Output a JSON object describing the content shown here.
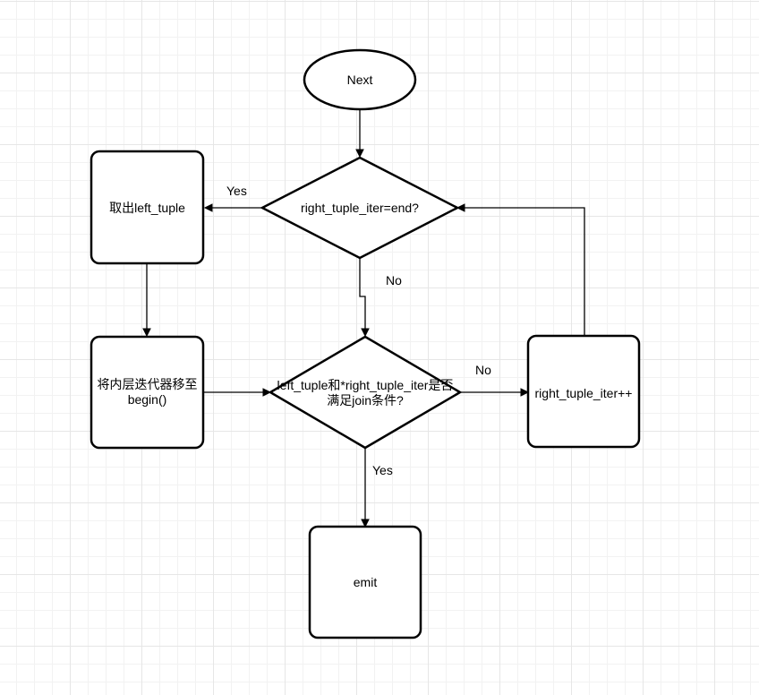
{
  "nodes": {
    "start": "Next",
    "check_end": "right_tuple_iter=end?",
    "take_left": "取出left_tuple",
    "reset_inner": "将内层迭代器移至begin()",
    "check_join": "left_tuple和*right_tuple_iter是否满足join条件?",
    "advance_right": "right_tuple_iter++",
    "emit": "emit"
  },
  "edge_labels": {
    "end_yes": "Yes",
    "end_no": "No",
    "join_no": "No",
    "join_yes": "Yes"
  }
}
